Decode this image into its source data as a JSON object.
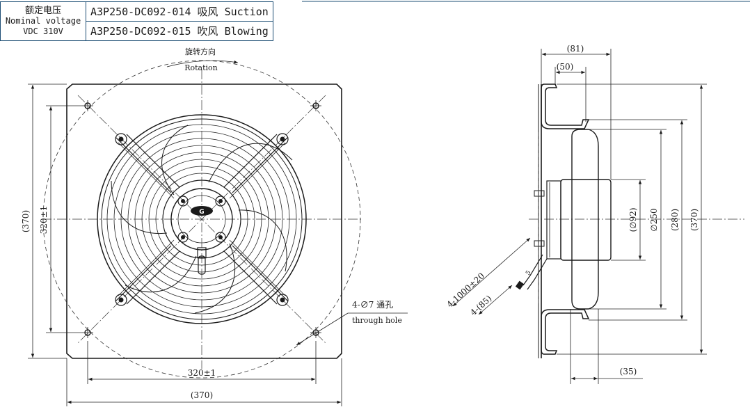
{
  "spec_table": {
    "voltage_label_cn": "额定电压",
    "voltage_label_en": "Nominal voltage",
    "voltage_value": "VDC 310V",
    "models": [
      {
        "code": "A3P250-DC092-014",
        "mode_cn": "吸风",
        "mode_en": "Suction"
      },
      {
        "code": "A3P250-DC092-015",
        "mode_cn": "吹风",
        "mode_en": "Blowing"
      }
    ]
  },
  "front_view": {
    "rotation_cn": "旋转方向",
    "rotation_en": "Rotation",
    "dim_hole_pitch_horizontal": "320±1",
    "dim_width": "(370)",
    "dim_hole_pitch_vertical": "320±1",
    "dim_height": "(370)",
    "hole_note_cn": "4-∅7 通孔",
    "hole_note_en": "through hole",
    "logo_text": "G"
  },
  "side_view": {
    "dim_depth_total": "(81)",
    "dim_depth_motor": "(50)",
    "dim_hub_diameter": "(∅92)",
    "dim_fan_diameter": "∅250",
    "dim_guard_diameter": "(280)",
    "dim_frame_height": "(370)",
    "dim_offset": "(35)",
    "cable_length": "4-1000±20",
    "cable_strip": "4-(85)",
    "cable_tip": "5"
  },
  "colors": {
    "line": "#1a1a1a",
    "table_border": "#1b4c73",
    "background": "#ffffff"
  }
}
